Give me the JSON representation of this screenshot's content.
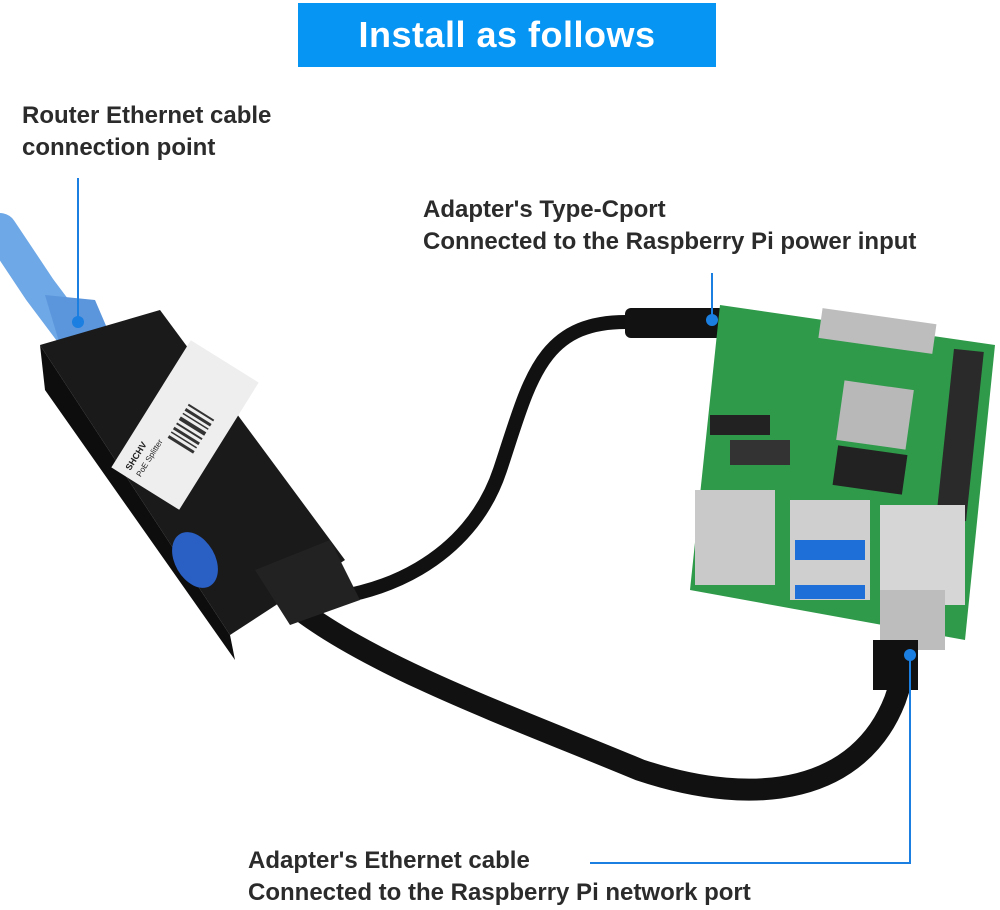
{
  "banner": {
    "title": "Install as follows"
  },
  "callouts": [
    {
      "lines": [
        "Router Ethernet cable",
        "connection point"
      ]
    },
    {
      "lines": [
        "Adapter's Type-Cport",
        "Connected to the Raspberry Pi power input"
      ]
    },
    {
      "lines": [
        "Adapter's Ethernet cable",
        "Connected to the Raspberry Pi network port"
      ]
    }
  ],
  "adapter": {
    "brand": "SHCHV",
    "model": "PoE Splitter"
  },
  "colors": {
    "accent": "#0795f3",
    "callout_line": "#1a7fe0",
    "cable_blue": "#6fa8e6",
    "pcb_green": "#2f9a4a",
    "adapter_black": "#151515"
  }
}
